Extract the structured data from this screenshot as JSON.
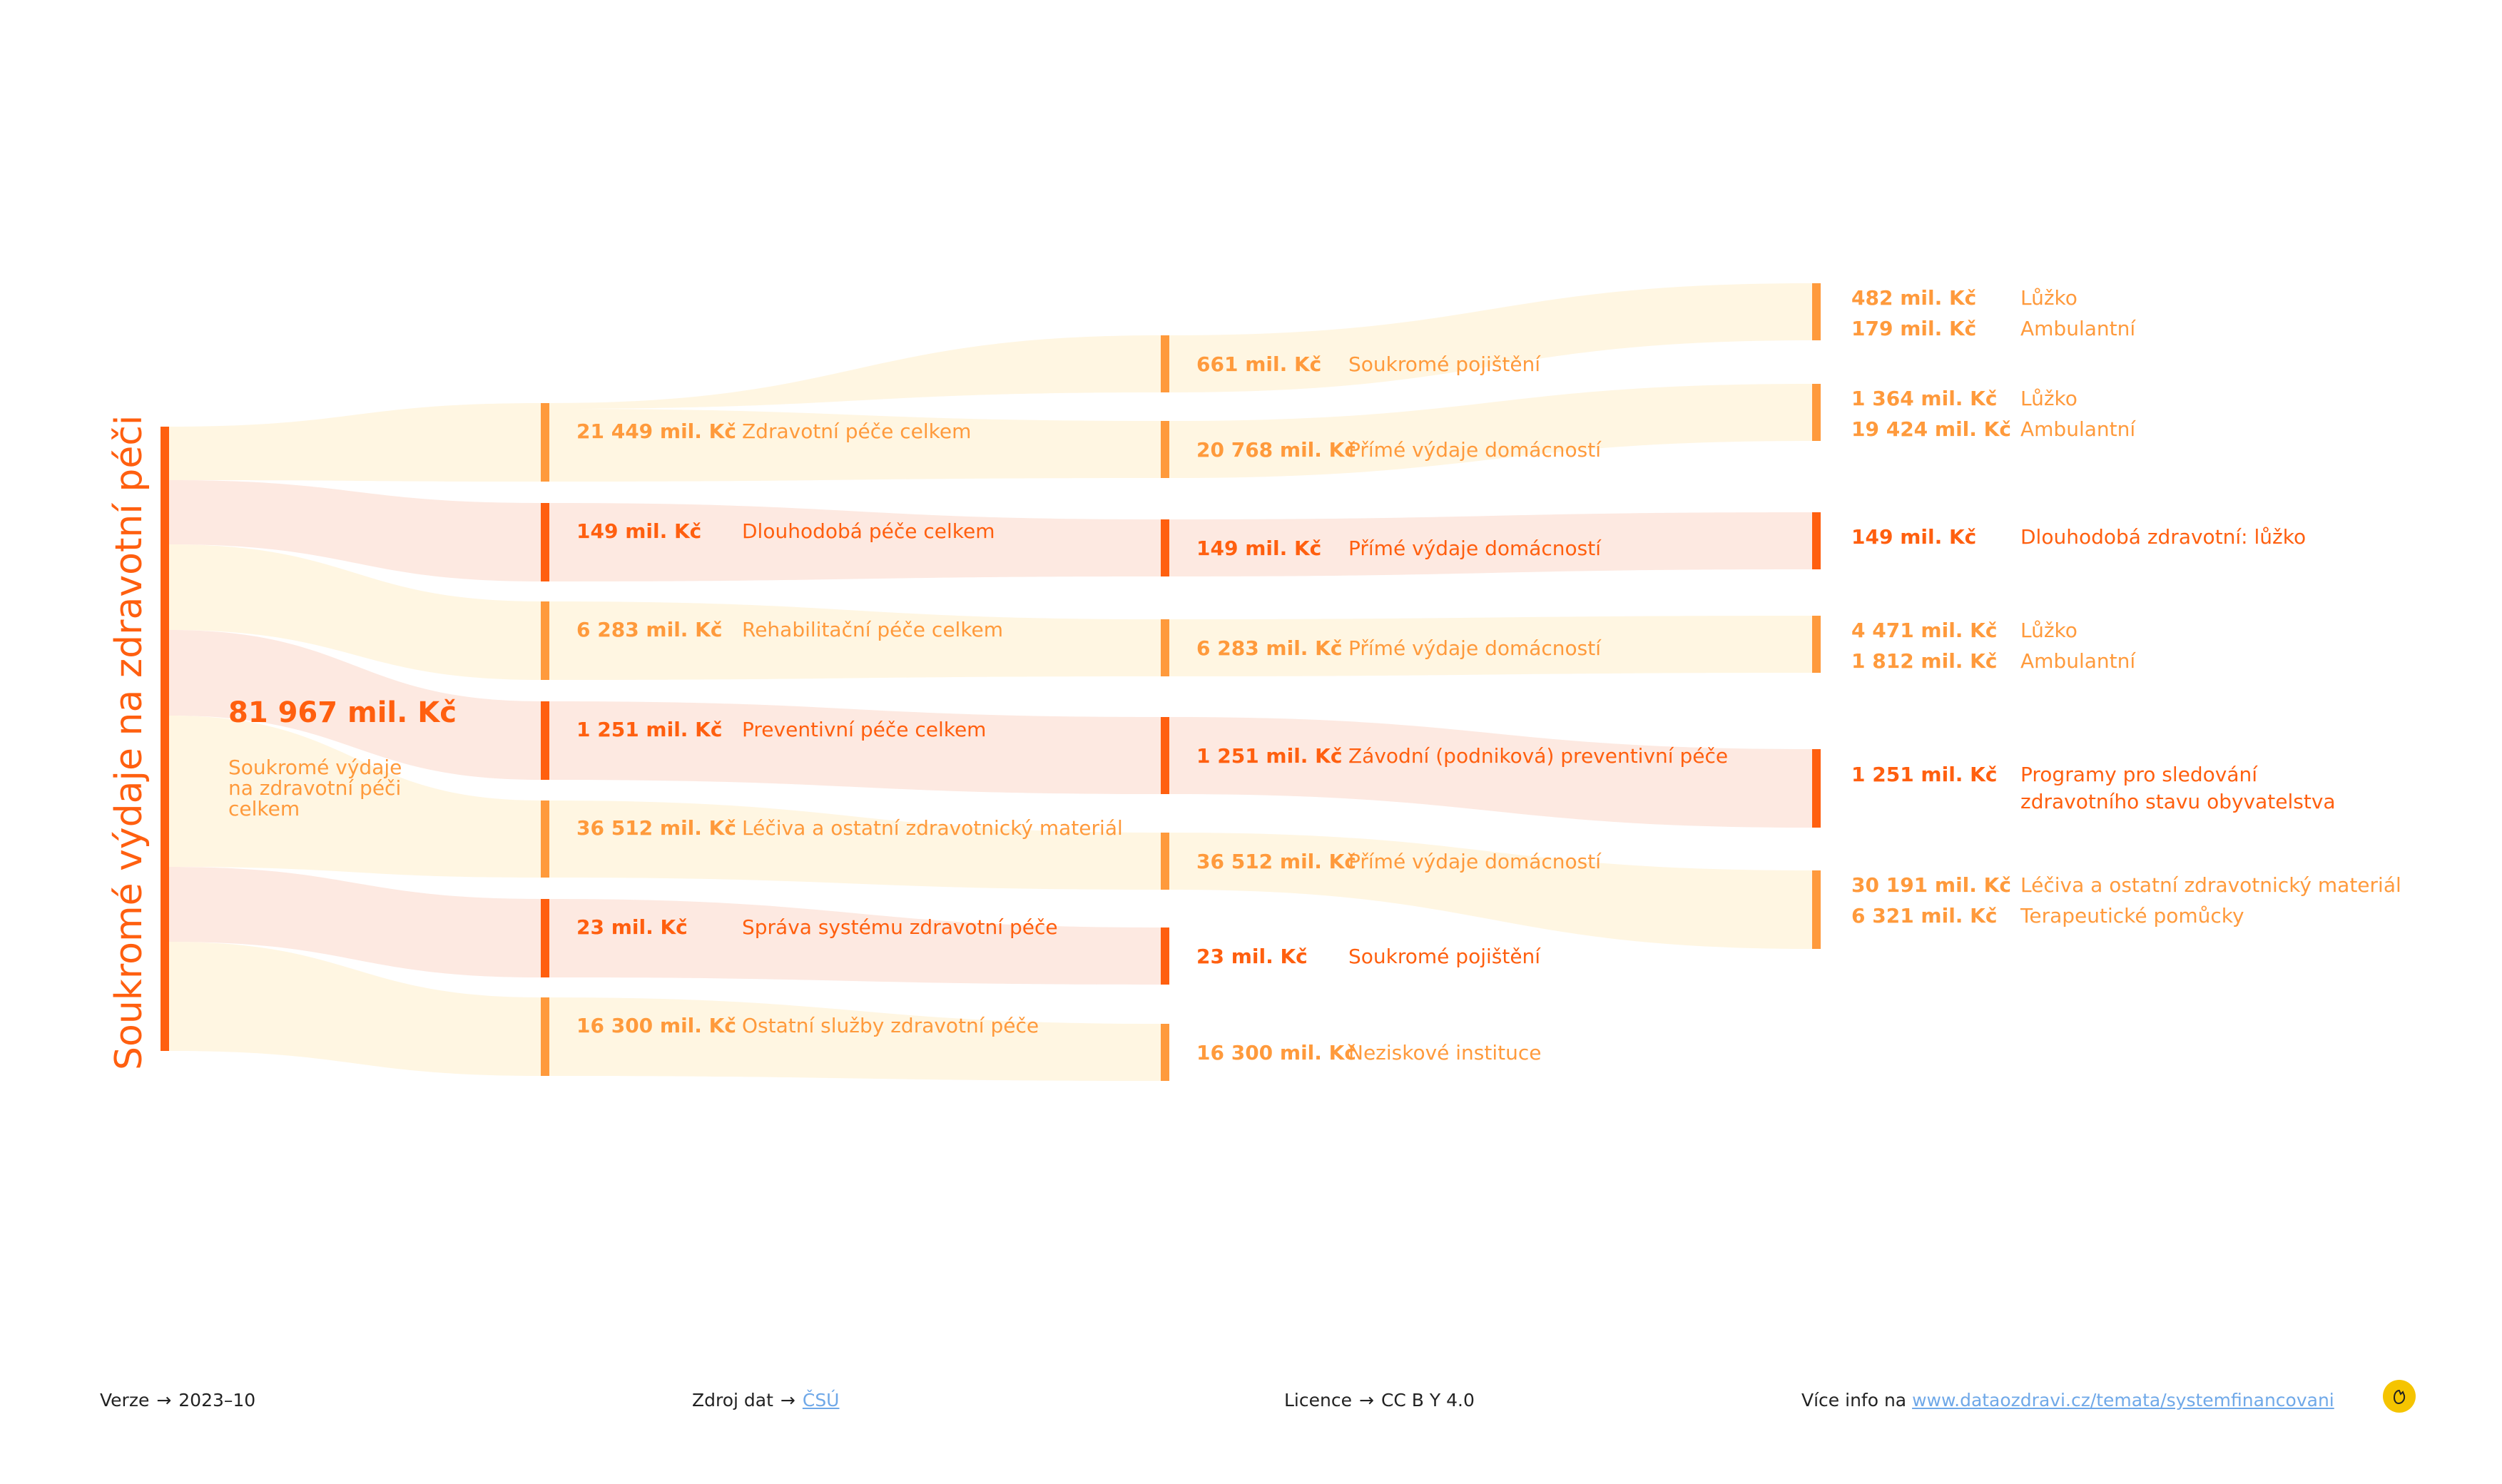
{
  "colors": {
    "dark": "#ff5f0f",
    "light": "#ff9a3c",
    "flow_pink": "#fde9e1",
    "flow_yellow": "#fff6e2"
  },
  "root": {
    "title": "Soukromé výdaje na zdravotní péči",
    "value": "81 967 mil. Kč",
    "label_lines": [
      "Soukromé výdaje",
      "na zdravotní péči",
      "celkem"
    ]
  },
  "col1": [
    {
      "value": "21 449 mil. Kč",
      "label": "Zdravotní péče celkem",
      "tone": "light"
    },
    {
      "value": "149 mil. Kč",
      "label": "Dlouhodobá péče celkem",
      "tone": "dark"
    },
    {
      "value": "6 283 mil. Kč",
      "label": "Rehabilitační péče celkem",
      "tone": "light"
    },
    {
      "value": "1 251 mil. Kč",
      "label": "Preventivní péče celkem",
      "tone": "dark"
    },
    {
      "value": "36 512 mil. Kč",
      "label": "Léčiva a ostatní zdravotnický materiál",
      "tone": "light"
    },
    {
      "value": "23 mil. Kč",
      "label": "Správa systému zdravotní péče",
      "tone": "dark"
    },
    {
      "value": "16 300 mil. Kč",
      "label": "Ostatní služby zdravotní péče",
      "tone": "light"
    }
  ],
  "col2": [
    {
      "value": "661 mil. Kč",
      "label": "Soukromé pojištění",
      "tone": "light"
    },
    {
      "value": "20 768 mil. Kč",
      "label": "Přímé výdaje domácností",
      "tone": "light"
    },
    {
      "value": "149 mil. Kč",
      "label": "Přímé výdaje domácností",
      "tone": "dark"
    },
    {
      "value": "6 283 mil. Kč",
      "label": "Přímé výdaje domácností",
      "tone": "light"
    },
    {
      "value": "1 251 mil. Kč",
      "label": "Závodní (podniková) preventivní péče",
      "tone": "dark"
    },
    {
      "value": "36 512 mil. Kč",
      "label": "Přímé výdaje domácností",
      "tone": "light"
    },
    {
      "value": "23 mil. Kč",
      "label": "Soukromé pojištění",
      "tone": "dark"
    },
    {
      "value": "16 300 mil. Kč",
      "label": "Neziskové instituce",
      "tone": "light"
    }
  ],
  "col3": [
    {
      "tone": "light",
      "rows": [
        {
          "value": "482 mil. Kč",
          "label": "Lůžko"
        },
        {
          "value": "179 mil. Kč",
          "label": "Ambulantní"
        }
      ]
    },
    {
      "tone": "light",
      "rows": [
        {
          "value": "1 364 mil. Kč",
          "label": "Lůžko"
        },
        {
          "value": "19 424 mil. Kč",
          "label": "Ambulantní"
        }
      ]
    },
    {
      "tone": "dark",
      "rows": [
        {
          "value": "149 mil. Kč",
          "label": "Dlouhodobá zdravotní: lůžko"
        }
      ]
    },
    {
      "tone": "light",
      "rows": [
        {
          "value": "4 471 mil. Kč",
          "label": "Lůžko"
        },
        {
          "value": "1 812 mil. Kč",
          "label": "Ambulantní"
        }
      ]
    },
    {
      "tone": "dark",
      "rows": [
        {
          "value": "1 251 mil. Kč",
          "label": "Programy pro sledování",
          "label2": "zdravotního stavu obyvatelstva"
        }
      ]
    },
    {
      "tone": "light",
      "rows": [
        {
          "value": "30 191 mil. Kč",
          "label": "Léčiva a ostatní zdravotnický materiál"
        },
        {
          "value": "6 321 mil. Kč",
          "label": "Terapeutické pomůcky"
        }
      ]
    }
  ],
  "footer": {
    "version_label": "Verze",
    "version": "2023–10",
    "source_label": "Zdroj dat",
    "source": "ČSÚ",
    "license_label": "Licence",
    "license": "CC B Y 4.0",
    "info_label": "Více info na",
    "info_link": "www.dataozdravi.cz/temata/systemfinancovani"
  }
}
